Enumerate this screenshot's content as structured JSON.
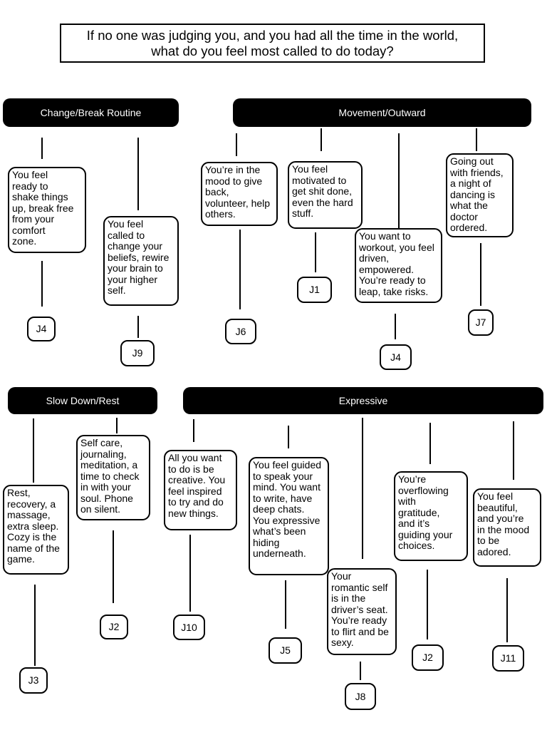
{
  "question": {
    "line1": "If no one was judging you, and you had all the time in the world,",
    "line2": "what do you feel most called to do today?"
  },
  "categories": {
    "change": "Change/Break Routine",
    "movement": "Movement/Outward",
    "slow": "Slow Down/Rest",
    "expressive": "Expressive"
  },
  "nodes": {
    "n1": {
      "lines": [
        "You feel",
        "ready to",
        "shake things",
        "up, break free",
        "from your",
        "comfort",
        "zone."
      ],
      "code": "J4"
    },
    "n2": {
      "lines": [
        "You feel",
        "called to",
        "change your",
        "beliefs, rewire",
        "your brain to",
        "your higher",
        "self."
      ],
      "code": "J9"
    },
    "n3": {
      "lines": [
        "You’re in the",
        "mood to give",
        "back,",
        "volunteer, help",
        "others."
      ],
      "code": "J6"
    },
    "n4": {
      "lines": [
        "You feel",
        "motivated to",
        "get shit done,",
        "even the hard",
        "stuff."
      ],
      "code": "J1"
    },
    "n5": {
      "lines": [
        "You want to",
        "workout, you feel",
        "driven,",
        "empowered.",
        "You’re ready to",
        "leap, take risks."
      ],
      "code": "J4"
    },
    "n6": {
      "lines": [
        "Going out",
        "with friends,",
        "a night of",
        "dancing is",
        "what the",
        "doctor",
        "ordered."
      ],
      "code": "J7"
    },
    "n7": {
      "lines": [
        "Rest,",
        "recovery, a",
        "massage,",
        "extra sleep.",
        "Cozy is the",
        "name of the",
        "game."
      ],
      "code": "J3"
    },
    "n8": {
      "lines": [
        "Self care,",
        "journaling,",
        "meditation, a",
        "time to check",
        "in with your",
        "soul. Phone",
        "on silent."
      ],
      "code": "J2"
    },
    "n9": {
      "lines": [
        "All you want",
        "to do is be",
        "creative. You",
        "feel inspired",
        "to try and do",
        "new things."
      ],
      "code": "J10"
    },
    "n10": {
      "lines": [
        "You feel guided",
        "to speak your",
        "mind. You want",
        "to write, have",
        "deep chats.",
        "You expressive",
        "what’s been",
        "hiding",
        "underneath."
      ],
      "code": "J5"
    },
    "n11": {
      "lines": [
        "Your",
        "romantic self",
        "is in the",
        "driver’s seat.",
        "You’re ready",
        "to flirt and be",
        "sexy."
      ],
      "code": "J8"
    },
    "n12": {
      "lines": [
        "You’re",
        "overflowing",
        "with",
        "gratitude,",
        "and it’s",
        "guiding your",
        "choices."
      ],
      "code": "J2"
    },
    "n13": {
      "lines": [
        "You feel",
        "beautiful,",
        "and you’re",
        "in the mood",
        "to be",
        "adored."
      ],
      "code": "J11"
    }
  }
}
